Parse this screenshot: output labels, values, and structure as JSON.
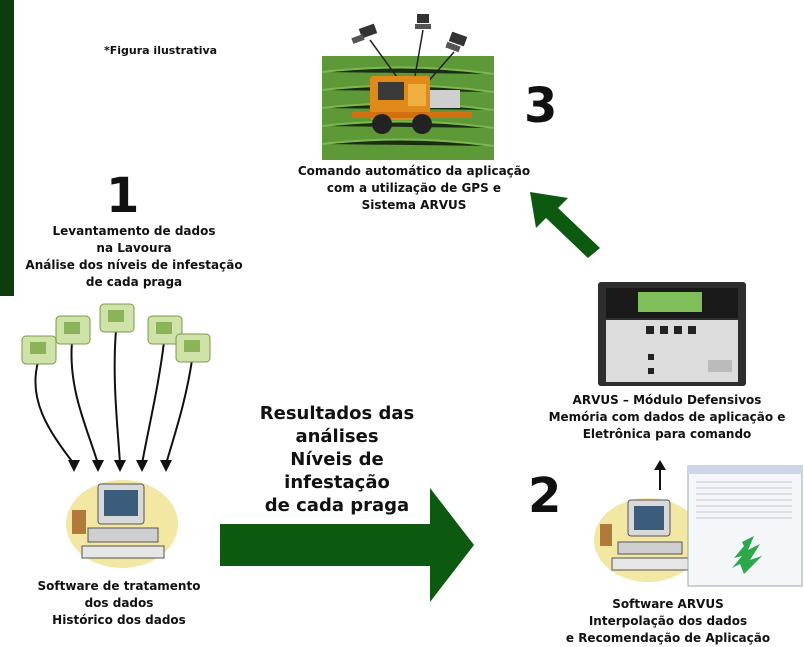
{
  "note": "*Figura ilustrativa",
  "steps": {
    "one": {
      "number": "1",
      "caption": [
        "Levantamento de dados",
        "na Lavoura",
        "Análise dos níveis de infestação",
        "de cada praga"
      ]
    },
    "two": {
      "number": "2",
      "caption": [
        "Software ARVUS",
        "Interpolação dos dados",
        "e Recomendação de Aplicação"
      ]
    },
    "three": {
      "number": "3",
      "caption": [
        "Comando automático da aplicação",
        "com a utilização de GPS e",
        "Sistema ARVUS"
      ]
    }
  },
  "software_left": {
    "caption": [
      "Software de tratamento",
      "dos dados",
      "Histórico dos dados"
    ]
  },
  "module": {
    "caption": [
      "ARVUS – Módulo Defensivos",
      "Memória com dados de aplicação e",
      "Eletrônica para comando"
    ]
  },
  "arrow_label": [
    "Resultados das",
    "análises",
    "Níveis de",
    "infestação",
    "de cada praga"
  ],
  "colors": {
    "arrow_green": "#0b5a0f",
    "sidebar_green": "#0d3d0d",
    "field_green": "#6aa63f",
    "tractor_orange": "#e08a1a",
    "device_lcd": "#7fbf5a"
  },
  "icons": [
    "satellite-icon",
    "tractor-icon",
    "handheld-device-icon",
    "computer-icon",
    "control-module-icon",
    "dollar-sign-icon"
  ]
}
